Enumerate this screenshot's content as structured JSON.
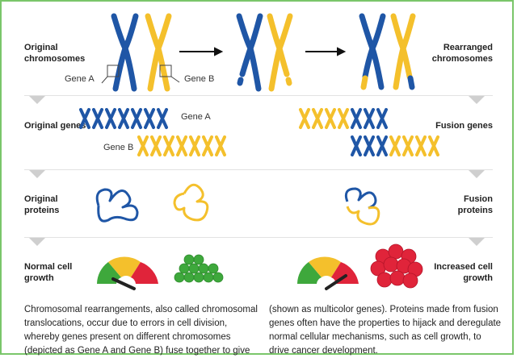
{
  "rows": {
    "chromosomes": {
      "left": "Original chromosomes",
      "right": "Rearranged chromosomes",
      "gene_a": "Gene A",
      "gene_b": "Gene B"
    },
    "genes": {
      "left": "Original genes",
      "right": "Fusion genes",
      "gene_a": "Gene A",
      "gene_b": "Gene B"
    },
    "proteins": {
      "left": "Original proteins",
      "right": "Fusion proteins"
    },
    "growth": {
      "left": "Normal cell growth",
      "right": "Increased cell growth"
    }
  },
  "colors": {
    "blue": "#1f56a6",
    "yellow": "#f4c02c",
    "green": "#3ea83c",
    "red": "#e0243a",
    "border": "#7ac66a"
  },
  "text": {
    "left": "Chromosomal rearrangements, also called chromosomal translocations, occur due to errors in cell division, whereby genes present on different chromosomes (depicted as Gene A and Gene B) fuse together to give",
    "right": "(shown as multicolor genes). Proteins made from fusion genes often have the properties to hijack and deregulate normal cellular mechanisms, such as cell growth, to drive cancer development."
  }
}
